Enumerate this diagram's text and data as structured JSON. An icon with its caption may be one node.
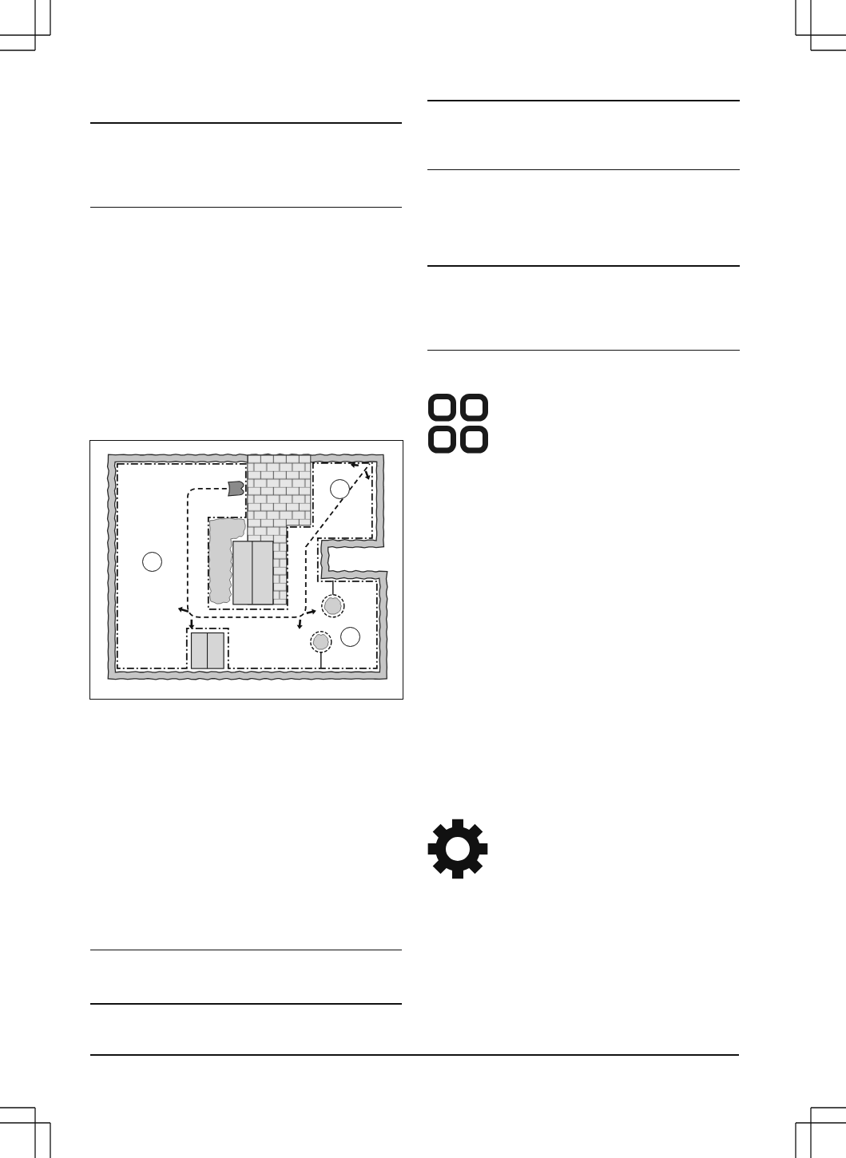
{
  "diagram": {
    "nodes": [
      {
        "text": [],
        "shape": "circle"
      },
      {
        "text": [],
        "shape": "circle"
      },
      {
        "text": [],
        "shape": "circle"
      }
    ]
  }
}
